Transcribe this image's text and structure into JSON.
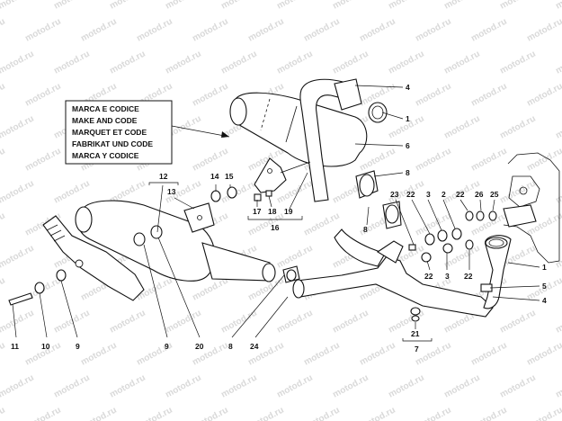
{
  "legend": {
    "lines": [
      "MARCA E CODICE",
      "MAKE AND CODE",
      "MARQUET ET CODE",
      "FABRIKAT UND CODE",
      "MARCA Y CODICE"
    ]
  },
  "watermark": {
    "text": "motod.ru"
  },
  "callouts": {
    "c4a": "4",
    "c1a": "1",
    "c6": "6",
    "c8a": "8",
    "c8b": "8",
    "c14": "14",
    "c15": "15",
    "c12": "12",
    "c13": "13",
    "c17": "17",
    "c18": "18",
    "c19": "19",
    "c16": "16",
    "c23": "23",
    "c22a": "22",
    "c3a": "3",
    "c2": "2",
    "c22b": "22",
    "c26": "26",
    "c25": "25",
    "c22c": "22",
    "c3b": "3",
    "c22d": "22",
    "c1b": "1",
    "c5": "5",
    "c4b": "4",
    "c21": "21",
    "c7": "7",
    "c11": "11",
    "c10": "10",
    "c9a": "9",
    "c9b": "9",
    "c20": "20",
    "c8c": "8",
    "c24": "24"
  }
}
